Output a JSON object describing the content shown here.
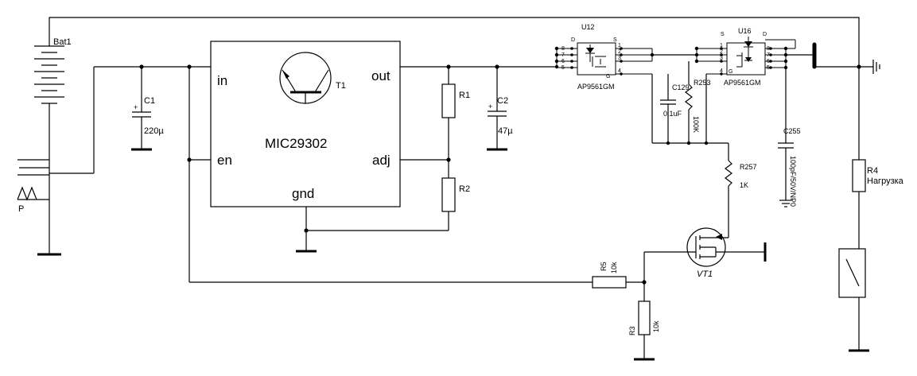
{
  "labels": {
    "bat": "Bat1",
    "p": "P",
    "c1": "C1",
    "c1_value": "220µ",
    "c1_plus": "+",
    "ic_name": "MIC29302",
    "pin_in": "in",
    "pin_out": "out",
    "pin_en": "en",
    "pin_adj": "adj",
    "pin_gnd": "gnd",
    "t1": "T1",
    "r1": "R1",
    "r2": "R2",
    "c2": "C2",
    "c2_value": "47µ",
    "c2_plus": "+",
    "u12": "U12",
    "u12_part": "AP9561GM",
    "u16": "U16",
    "u16_part": "AP9561GM",
    "c129": "C129",
    "c129_value": "0.1uF",
    "r253": "R253",
    "r253_value": "100K",
    "c255": "C255",
    "c255_value": "100pF/50V/NP0",
    "r257": "R257",
    "r257_value": "1K",
    "vt1": "VT1",
    "r5": "R5",
    "r5_value": "10k",
    "r3": "R3",
    "r3_value": "10k",
    "r4": "R4",
    "r4_value": "Нагрузка",
    "pin_d": "D",
    "pin_s": "S",
    "pin_g": "G",
    "u12_pins_left": [
      "8",
      "7",
      "6",
      "5"
    ],
    "u12_pins_right": [
      "1",
      "2",
      "3",
      "4"
    ],
    "u16_pins_left": [
      "1",
      "2",
      "3",
      "4"
    ],
    "u16_pins_right": [
      "8",
      "7",
      "6",
      "5"
    ]
  }
}
